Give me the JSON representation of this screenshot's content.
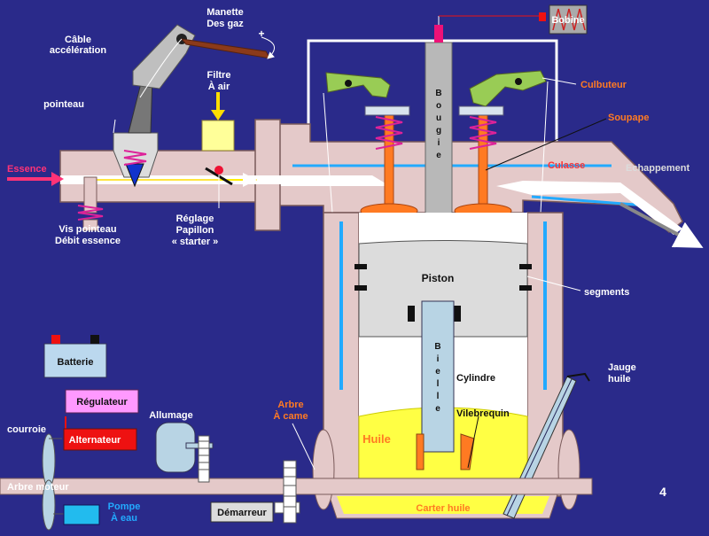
{
  "labels": {
    "bobine": "Bobine",
    "manette_1": "Manette",
    "manette_2": "Des gaz",
    "cable_1": "Câble",
    "cable_2": "accélération",
    "filtre_1": "Filtre",
    "filtre_2": "À air",
    "pointeau": "pointeau",
    "culbuteur": "Culbuteur",
    "soupape": "Soupape",
    "essence": "Essence",
    "culasse": "Culasse",
    "echappement": "Echappement",
    "bougie_letters": [
      "B",
      "o",
      "u",
      "g",
      "i",
      "e"
    ],
    "vis_1": "Vis pointeau",
    "vis_2": "Débit essence",
    "reglage_1": "Réglage",
    "reglage_2": "Papillon",
    "reglage_3": "« starter »",
    "piston": "Piston",
    "segments": "segments",
    "batterie": "Batterie",
    "bielle_letters": [
      "B",
      "i",
      "e",
      "l",
      "l",
      "e"
    ],
    "cylindre": "Cylindre",
    "jauge_1": "Jauge",
    "jauge_2": "huile",
    "regulateur": "Régulateur",
    "allumage": "Allumage",
    "arbre_came_1": "Arbre",
    "arbre_came_2": "À came",
    "vilebrequin": "Vilebrequin",
    "courroie": "courroie",
    "alternateur": "Alternateur",
    "huile": "Huile",
    "arbre_moteur": "Arbre moteur",
    "pompe_1": "Pompe",
    "pompe_2": "À eau",
    "demarreur": "Démarreur",
    "carter": "Carter  huile",
    "plus_sign": "+",
    "page_number": "4"
  },
  "colors": {
    "background": "#2a2a8a",
    "engine_block": "#e4c9c9",
    "engine_outline": "#7a5a5a",
    "cylinder_inner": "#ffffff",
    "oil": "#ffff44",
    "valve": "#ff7a22",
    "rocker": "#99cc55",
    "spark_plug": "#b8b8b8",
    "spring": "#dd2299",
    "cooling": "#22aaff",
    "label_white": "#ffffff",
    "label_orange": "#ff7a22",
    "label_red": "#ff3333",
    "label_cyan": "#22aaff",
    "alternator": "#ee1111",
    "regulator": "#ff99ff",
    "battery": "#bbd8ee",
    "pump": "#22bbee",
    "essence_arrow": "#ff3377"
  }
}
